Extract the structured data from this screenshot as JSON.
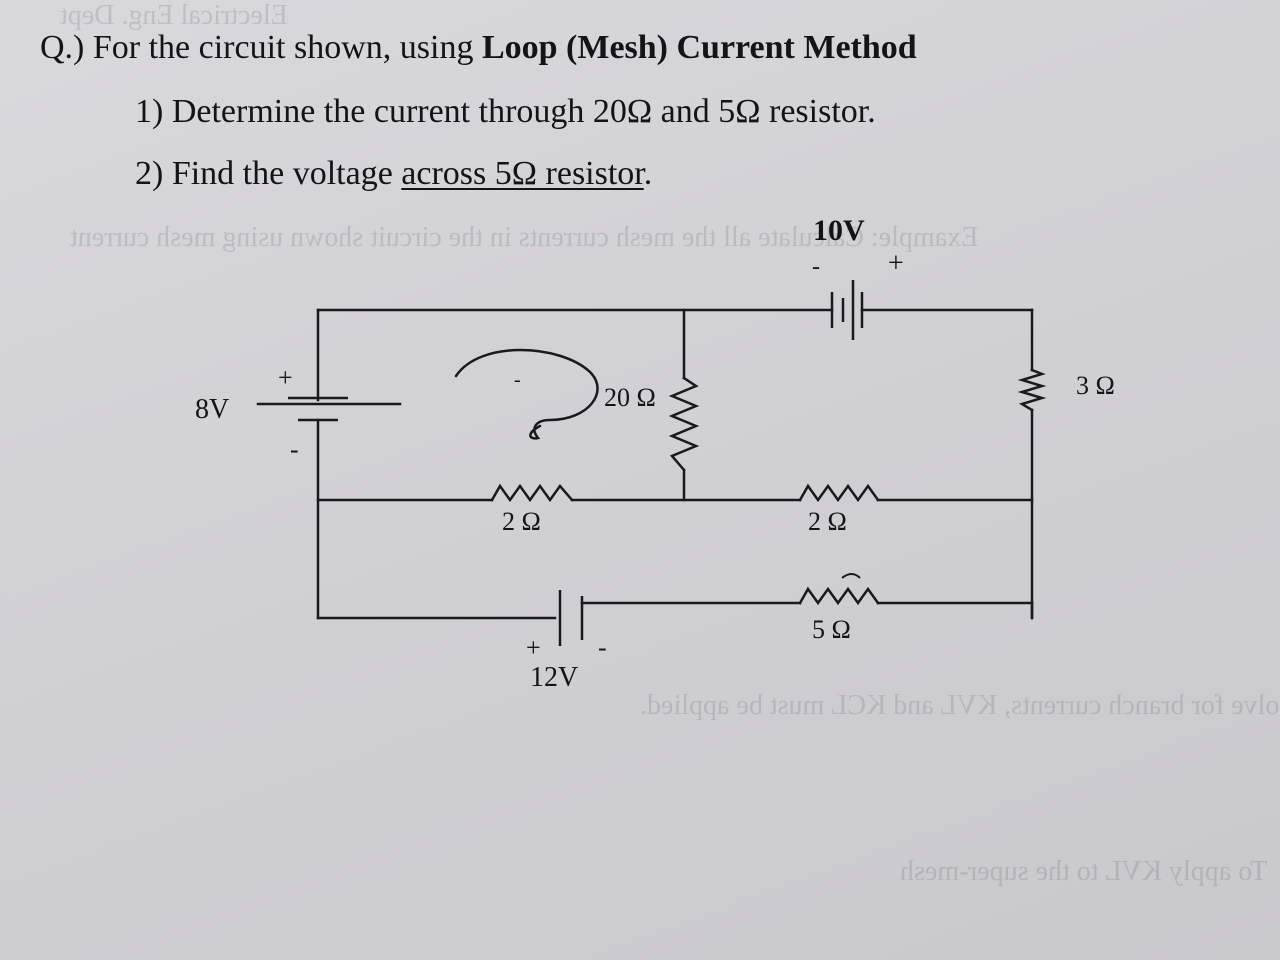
{
  "question": {
    "prefix": "Q.) For the circuit shown, using ",
    "method": "Loop (Mesh) Current Method",
    "q1": "1) Determine the current through 20Ω and 5Ω resistor.",
    "q2_prefix": "2) Find the voltage ",
    "q2_underlined": "across 5Ω resistor",
    "q2_suffix": "."
  },
  "circuit": {
    "sources": [
      {
        "id": "src-8v",
        "label": "8V",
        "plus": "+",
        "minus": "-"
      },
      {
        "id": "src-10v",
        "label": "10V",
        "plus": "+",
        "minus": "-"
      },
      {
        "id": "src-12v",
        "label": "12V",
        "plus": "+",
        "minus": "-"
      }
    ],
    "resistors": [
      {
        "id": "r-20",
        "label": "20 Ω"
      },
      {
        "id": "r-3",
        "label": "3 Ω"
      },
      {
        "id": "r-2-left",
        "label": "2 Ω"
      },
      {
        "id": "r-2-mid",
        "label": "2 Ω"
      },
      {
        "id": "r-5",
        "label": "5 Ω"
      }
    ],
    "loop_marker": "-"
  }
}
